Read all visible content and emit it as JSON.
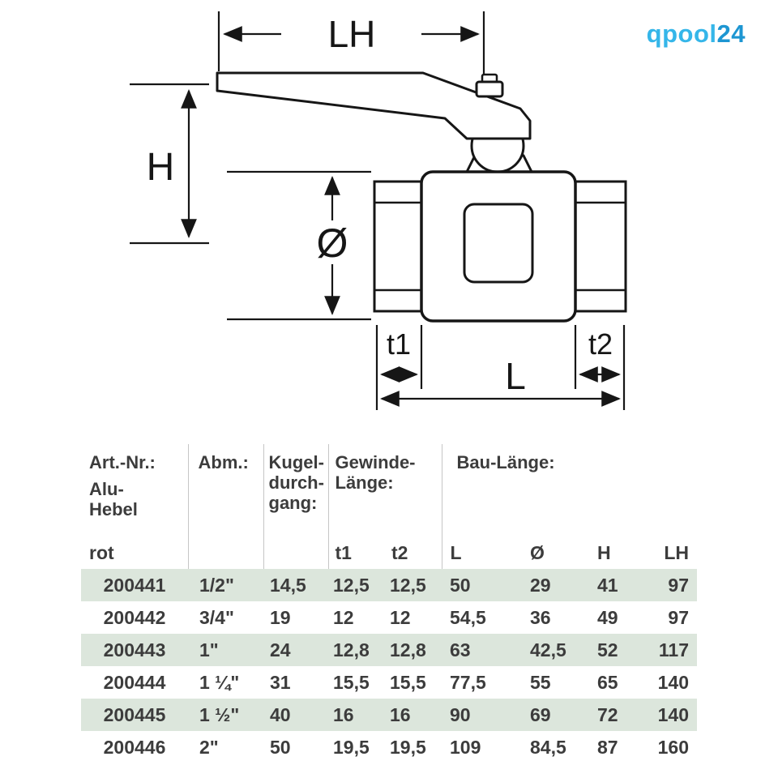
{
  "logo": {
    "text_primary": "qpool",
    "text_secondary": "24"
  },
  "diagram": {
    "dim_lh": "LH",
    "dim_h": "H",
    "dim_dia": "Ø",
    "dim_t1": "t1",
    "dim_t2": "t2",
    "dim_l": "L"
  },
  "table": {
    "group_headers": {
      "art_line1": "Art.-Nr.:",
      "art_line2": "Alu-",
      "art_line3": "Hebel",
      "abm": "Abm.:",
      "kugel_line1": "Kugel-",
      "kugel_line2": "durch-",
      "kugel_line3": "gang:",
      "gewinde_line1": "Gewinde-",
      "gewinde_line2": "Länge:",
      "bau": "Bau-Länge:"
    },
    "sub_headers": {
      "art": "rot",
      "t1": "t1",
      "t2": "t2",
      "l": "L",
      "dia": "Ø",
      "h": "H",
      "lh": "LH"
    },
    "rows": [
      [
        "200441",
        "1/2\"",
        "14,5",
        "12,5",
        "12,5",
        "50",
        "29",
        "41",
        "97"
      ],
      [
        "200442",
        "3/4\"",
        "19",
        "12",
        "12",
        "54,5",
        "36",
        "49",
        "97"
      ],
      [
        "200443",
        "1\"",
        "24",
        "12,8",
        "12,8",
        "63",
        "42,5",
        "52",
        "117"
      ],
      [
        "200444",
        "1 ¼\"",
        "31",
        "15,5",
        "15,5",
        "77,5",
        "55",
        "65",
        "140"
      ],
      [
        "200445",
        "1 ½\"",
        "40",
        "16",
        "16",
        "90",
        "69",
        "72",
        "140"
      ],
      [
        "200446",
        "2\"",
        "50",
        "19,5",
        "19,5",
        "109",
        "84,5",
        "87",
        "160"
      ]
    ]
  },
  "colors": {
    "logo_primary": "#35b6e9",
    "logo_secondary": "#1d96d2",
    "row_stripe": "#dce6dc",
    "table_text": "#3c3c3c"
  }
}
